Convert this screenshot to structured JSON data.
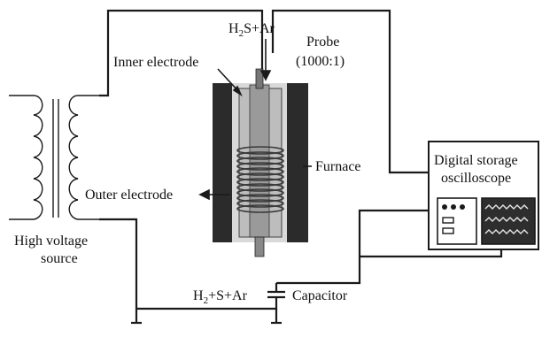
{
  "labels": {
    "inner_electrode": "Inner electrode",
    "h2s_ar": [
      "H",
      "2",
      "S+Ar"
    ],
    "probe": "Probe",
    "probe_ratio": "(1000:1)",
    "furnace": "Furnace",
    "outer_electrode": "Outer electrode",
    "high_voltage_1": "High voltage",
    "high_voltage_2": "source",
    "h2_s_ar": [
      "H",
      "2",
      "+S+Ar"
    ],
    "capacitor": "Capacitor",
    "oscilloscope_1": "Digital storage",
    "oscilloscope_2": "oscilloscope"
  },
  "colors": {
    "wire": "#1a1a1a",
    "furnace_dark": "#2b2b2b",
    "furnace_inner": "#d9d9d9",
    "electrode_grey": "#9a9a9a",
    "screen_bg": "#2e2e2e"
  }
}
